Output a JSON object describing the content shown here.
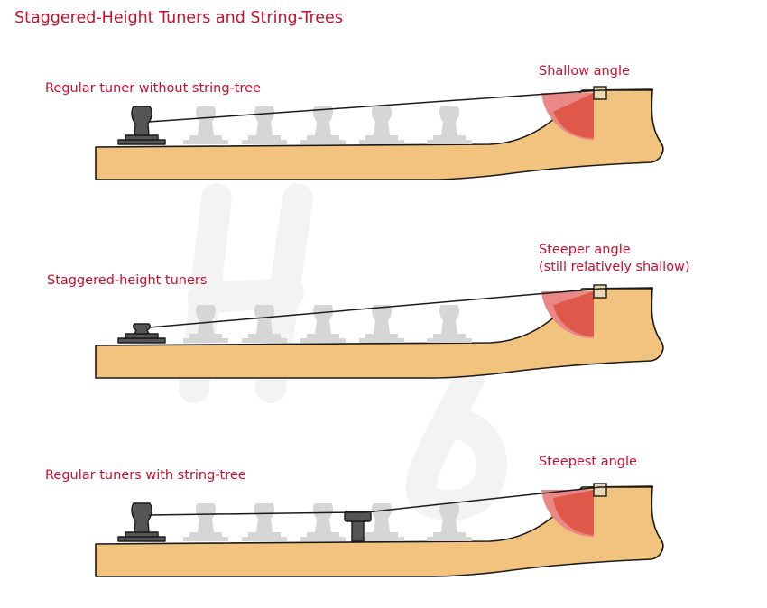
{
  "title": "Staggered-Height Tuners and String-Trees",
  "panels": [
    {
      "label": "Regular tuner without string-tree",
      "angle_label": "Shallow angle",
      "angle_label_2": ""
    },
    {
      "label": "Staggered-height tuners",
      "angle_label": "Steeper angle",
      "angle_label_2": "(still relatively shallow)"
    },
    {
      "label": "Regular tuners with string-tree",
      "angle_label": "Steepest angle",
      "angle_label_2": ""
    }
  ],
  "colors": {
    "text": "#c8102e",
    "wood": "#f2c27f",
    "outline": "#1a1a1a",
    "tuner_active": "#555555",
    "tuner_ghost": "#d6d6d6",
    "nut": "#e8d9b4",
    "angle_light": "#e98886",
    "angle_dark": "#e0584a"
  }
}
